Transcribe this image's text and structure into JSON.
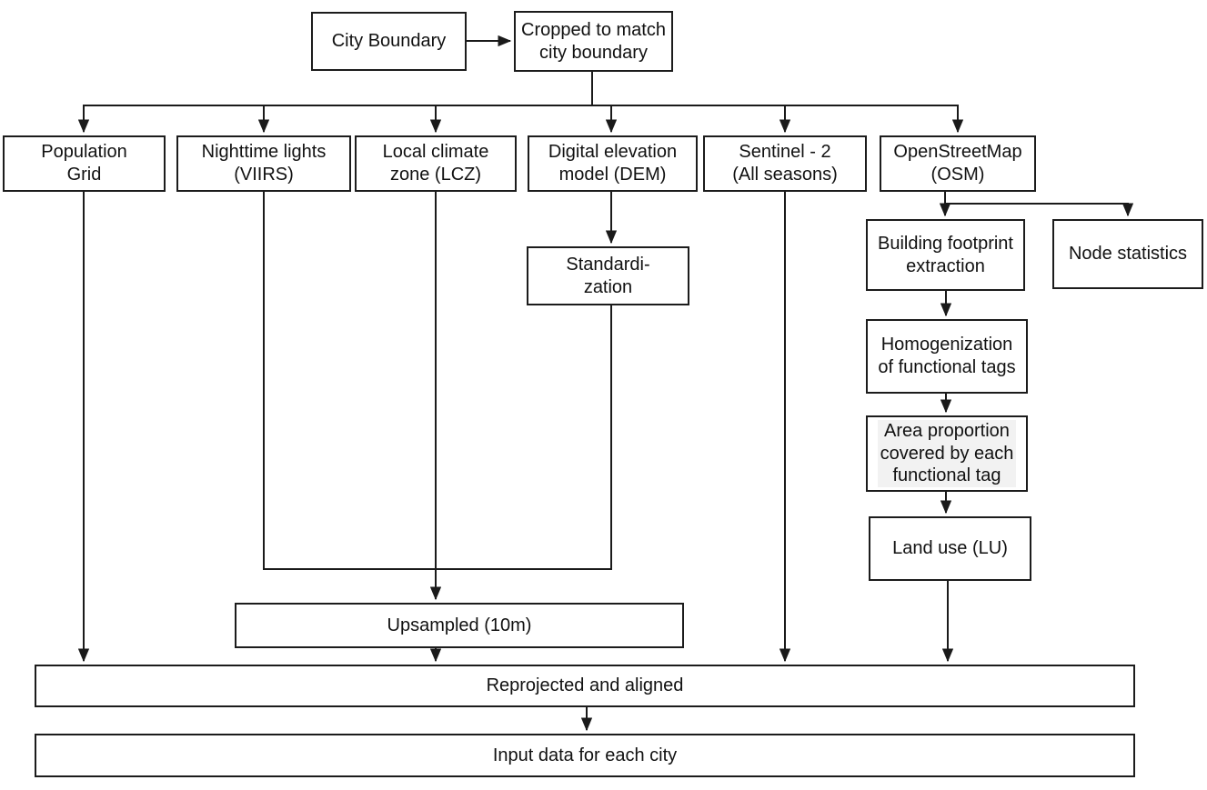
{
  "figure": {
    "background": "#ffffff",
    "stroke_color": "#1a1a1a",
    "text_color": "#111111",
    "highlight_color": "#f2f2f2"
  },
  "nodes": {
    "city_boundary": {
      "label": "City Boundary"
    },
    "cropped": {
      "label": "Cropped to match\ncity boundary"
    },
    "population": {
      "label": "Population\nGrid"
    },
    "nighttime": {
      "label": "Nighttime lights\n(VIIRS)"
    },
    "lcz": {
      "label": "Local climate\nzone (LCZ)"
    },
    "dem": {
      "label": "Digital elevation\nmodel (DEM)"
    },
    "sentinel": {
      "label": "Sentinel - 2\n(All seasons)"
    },
    "osm": {
      "label": "OpenStreetMap\n(OSM)"
    },
    "building_footprint": {
      "label": "Building footprint\nextraction"
    },
    "node_statistics": {
      "label": "Node statistics"
    },
    "standardization": {
      "label": "Standardi-\nzation"
    },
    "homogenization": {
      "label": "Homogenization\nof functional tags"
    },
    "area_proportion": {
      "label": "Area proportion\ncovered by each\nfunctional tag"
    },
    "land_use": {
      "label": "Land use (LU)"
    },
    "upsampled": {
      "label": "Upsampled (10m)"
    },
    "reprojected": {
      "label": "Reprojected and aligned"
    },
    "input_data": {
      "label": "Input data for each city"
    }
  },
  "edges": [
    "city_boundary -> cropped",
    "cropped -> population",
    "cropped -> nighttime",
    "cropped -> lcz",
    "cropped -> dem",
    "cropped -> sentinel",
    "cropped -> osm",
    "dem -> standardization",
    "osm -> building_footprint",
    "osm -> node_statistics",
    "building_footprint -> homogenization",
    "homogenization -> area_proportion",
    "area_proportion -> land_use",
    "nighttime -> upsampled",
    "lcz -> upsampled",
    "standardization -> upsampled",
    "population -> reprojected",
    "upsampled -> reprojected",
    "sentinel -> reprojected",
    "land_use -> reprojected",
    "reprojected -> input_data"
  ]
}
